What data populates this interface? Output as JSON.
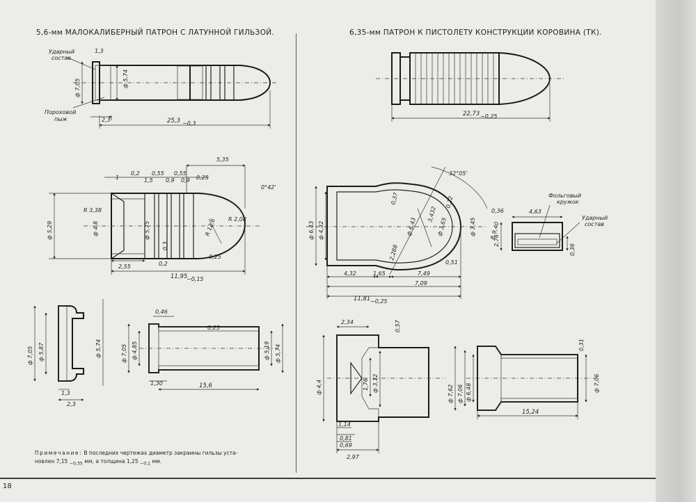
{
  "left_title": "5,6-мм МАЛОКАЛИБЕРНЫЙ ПАТРОН С ЛАТУННОЙ ГИЛЬЗОЙ.",
  "right_title": "6,35-мм ПАТРОН К ПИСТОЛЕТУ КОНСТРУКЦИИ КОРОВИНА (ТК).",
  "page_number": "18",
  "note": {
    "lead": "Примечание:",
    "text_1": "В последних чертежах диаметр закраины гильзы уста-",
    "text_2": "новлен 7,15",
    "tol_1": "−0,35",
    "text_3": "мм, а толщина 1,25",
    "tol_2": "−0,1",
    "text_4": "мм."
  },
  "left_cartridge": {
    "label_primer": "Ударный",
    "label_primer_2": "состав",
    "label_powder": "Пороховой",
    "label_powder_2": "пыж",
    "dim_rim_thickness": "1,3",
    "dim_rim_dia": "ф 7,05",
    "dim_case_dia": "ф 5,74",
    "dim_powder": "2,3",
    "dim_length": "25,3",
    "dim_length_tol": "−0,3"
  },
  "left_bullet": {
    "dim_top_length": "5,35",
    "dim_02a": "0,2",
    "dim_15": "1,5",
    "dim_055a": "0,55",
    "dim_055b": "0,55",
    "dim_09a": "0,9",
    "dim_09b": "0,9",
    "dim_025": "0,25",
    "dim_1": "1",
    "angle": "0°42'",
    "dim_dia_529": "ф 5,29",
    "dim_r338": "R 3,38",
    "dim_dia_48": "ф 4,8",
    "dim_dia_575": "ф 5,75",
    "dim_r126": "R 12,6",
    "dim_r208": "R 2,08",
    "dim_255": "2,55",
    "dim_02b": "0,2",
    "dim_03": "0,3",
    "dim_025b": "0,25",
    "dim_length": "11,95",
    "dim_length_tol": "−0,15"
  },
  "left_case_rim": {
    "dim_705": "ф 7,05",
    "dim_587": "ф 5,87",
    "dim_574": "ф 5,74",
    "dim_13": "1,3",
    "dim_23": "2,3"
  },
  "left_case": {
    "dim_046": "0,46",
    "dim_705": "ф 7,05",
    "dim_485": "ф 4,85",
    "dim_519": "ф 5,19",
    "dim_574": "ф 5,74",
    "dim_130": "1,30",
    "dim_156": "15,6",
    "dim_025": "0,25"
  },
  "right_cartridge": {
    "dim_length": "22,73",
    "dim_length_tol": "−0,25"
  },
  "right_bullet": {
    "angle": "32°05'",
    "dim_643": "ф 6,43",
    "dim_432": "ф 4,32",
    "dim_037": "0,37",
    "dim_643b": "ф 6,43",
    "dim_3432": "3,432",
    "dim_365": "ф 3,65",
    "dim_022": "0,22",
    "dim_2288": "2,288",
    "dim_345": "ф 3,45",
    "dim_r940": "R 9,40",
    "dim_051": "0,51",
    "dim_432b": "4,32",
    "dim_165": "1,65",
    "dim_749": "7,49",
    "dim_709": "7,09",
    "dim_1181": "11,81",
    "dim_1181_tol": "−0,25"
  },
  "right_primer": {
    "label_foil": "Фольговый",
    "label_foil_2": "кружок",
    "label_primer": "Ударный",
    "label_primer_2": "состав",
    "dim_036": "0,36",
    "dim_463": "4,63",
    "dim_276": "2,76",
    "dim_036b": "0,36"
  },
  "right_case_detail": {
    "dim_234": "2,34",
    "dim_057": "0,57",
    "dim_44": "ф 4,4",
    "dim_176": "1,76",
    "dim_312": "ф 3,12",
    "dim_114": "1,14",
    "dim_081": "0,81",
    "dim_069": "0,69",
    "dim_297": "2,97"
  },
  "right_case": {
    "dim_762": "ф 7,62",
    "dim_706": "ф 7,06",
    "dim_648": "ф 6,48",
    "dim_031": "0,31",
    "dim_706b": "ф 7,06",
    "dim_1524": "15,24"
  }
}
